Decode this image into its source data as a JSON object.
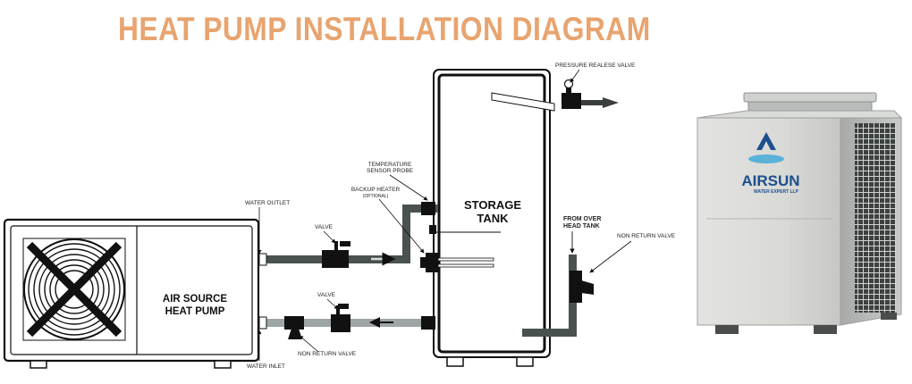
{
  "title": "HEAT PUMP INSTALLATION DIAGRAM",
  "colors": {
    "title": "#e8a46f",
    "hot_pipe": "#4a5250",
    "cold_pipe": "#9ea5a6",
    "outline": "#111111",
    "brand": "#1c4f8f"
  },
  "units": {
    "heat_pump_line1": "AIR SOURCE",
    "heat_pump_line2": "HEAT PUMP",
    "tank_line1": "STORAGE",
    "tank_line2": "TANK"
  },
  "labels": {
    "pressure_valve": "PRESSURE REALESE VALVE",
    "temp_probe_line1": "TEMPERATURE",
    "temp_probe_line2": "SENSOR PROBE",
    "backup_heater": "BACKUP HEATER",
    "backup_heater_note": "(OPTIONAL)",
    "water_outlet": "WATER OUTLET",
    "water_inlet": "WATER INLET",
    "valve_top": "VALVE",
    "valve_bottom": "VALVE",
    "non_return_bottom": "NON RETURN VALVE",
    "non_return_right": "NON RETURN VALVE",
    "from_overhead_line1": "FROM OVER",
    "from_overhead_line2": "HEAD TANK"
  },
  "product": {
    "brand_name": "AIRSUN",
    "tagline": "WATER EXPERT LLP",
    "logo_icon": "airsun-a-logo"
  }
}
